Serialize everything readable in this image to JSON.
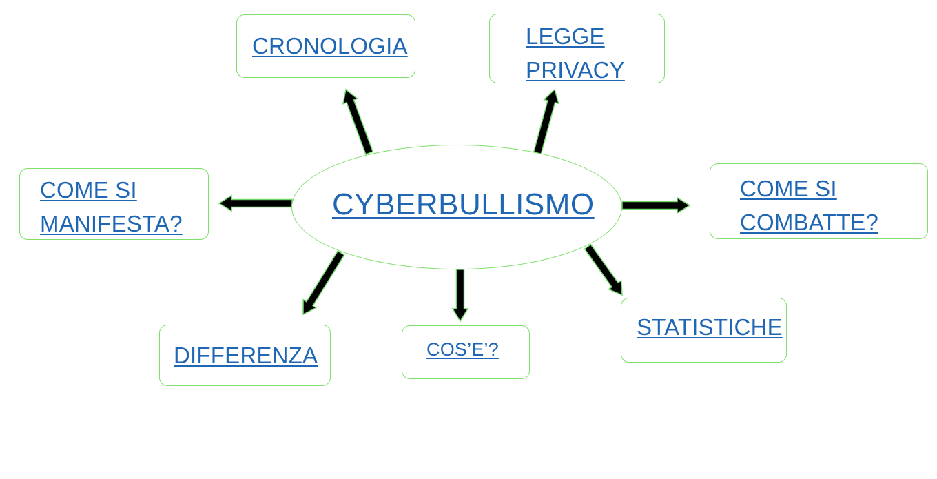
{
  "center": {
    "label": "CYBERBULLISMO"
  },
  "nodes": {
    "cronologia": "CRONOLOGIA",
    "legge_privacy_line1": "LEGGE",
    "legge_privacy_line2": "PRIVACY",
    "come_si_manifesta_line1": "COME SI",
    "come_si_manifesta_line2": "MANIFESTA?",
    "come_si_combatte_line1": "COME SI",
    "come_si_combatte_line2": "COMBATTE?",
    "statistiche": "STATISTICHE",
    "differenza": "DIFFERENZA",
    "cos_e": "COS’E’?"
  },
  "colors": {
    "link": "#1f66b4",
    "border": "#7ee06a",
    "arrow_fill": "#000000",
    "arrow_outline": "#6fd66a"
  },
  "icons": {
    "arrow": "arrow-icon"
  }
}
